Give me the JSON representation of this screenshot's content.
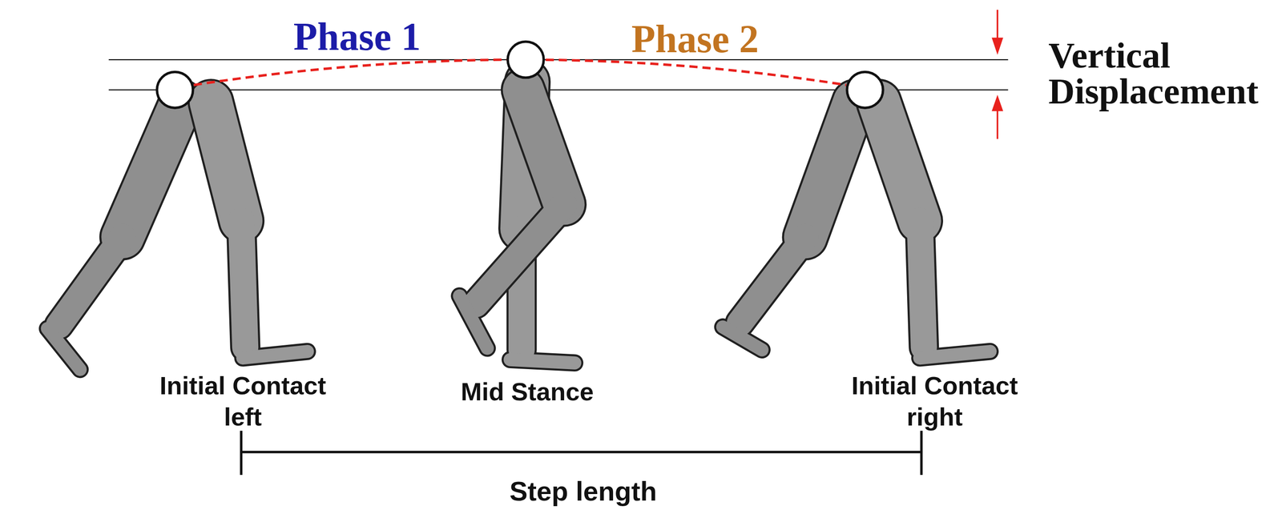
{
  "diagram": {
    "labels": [
      "Phase 1",
      "Phase 2",
      "Vertical Displacement",
      "Initial Contact left",
      "Mid Stance",
      "Initial Contact right",
      "Step length"
    ]
  }
}
